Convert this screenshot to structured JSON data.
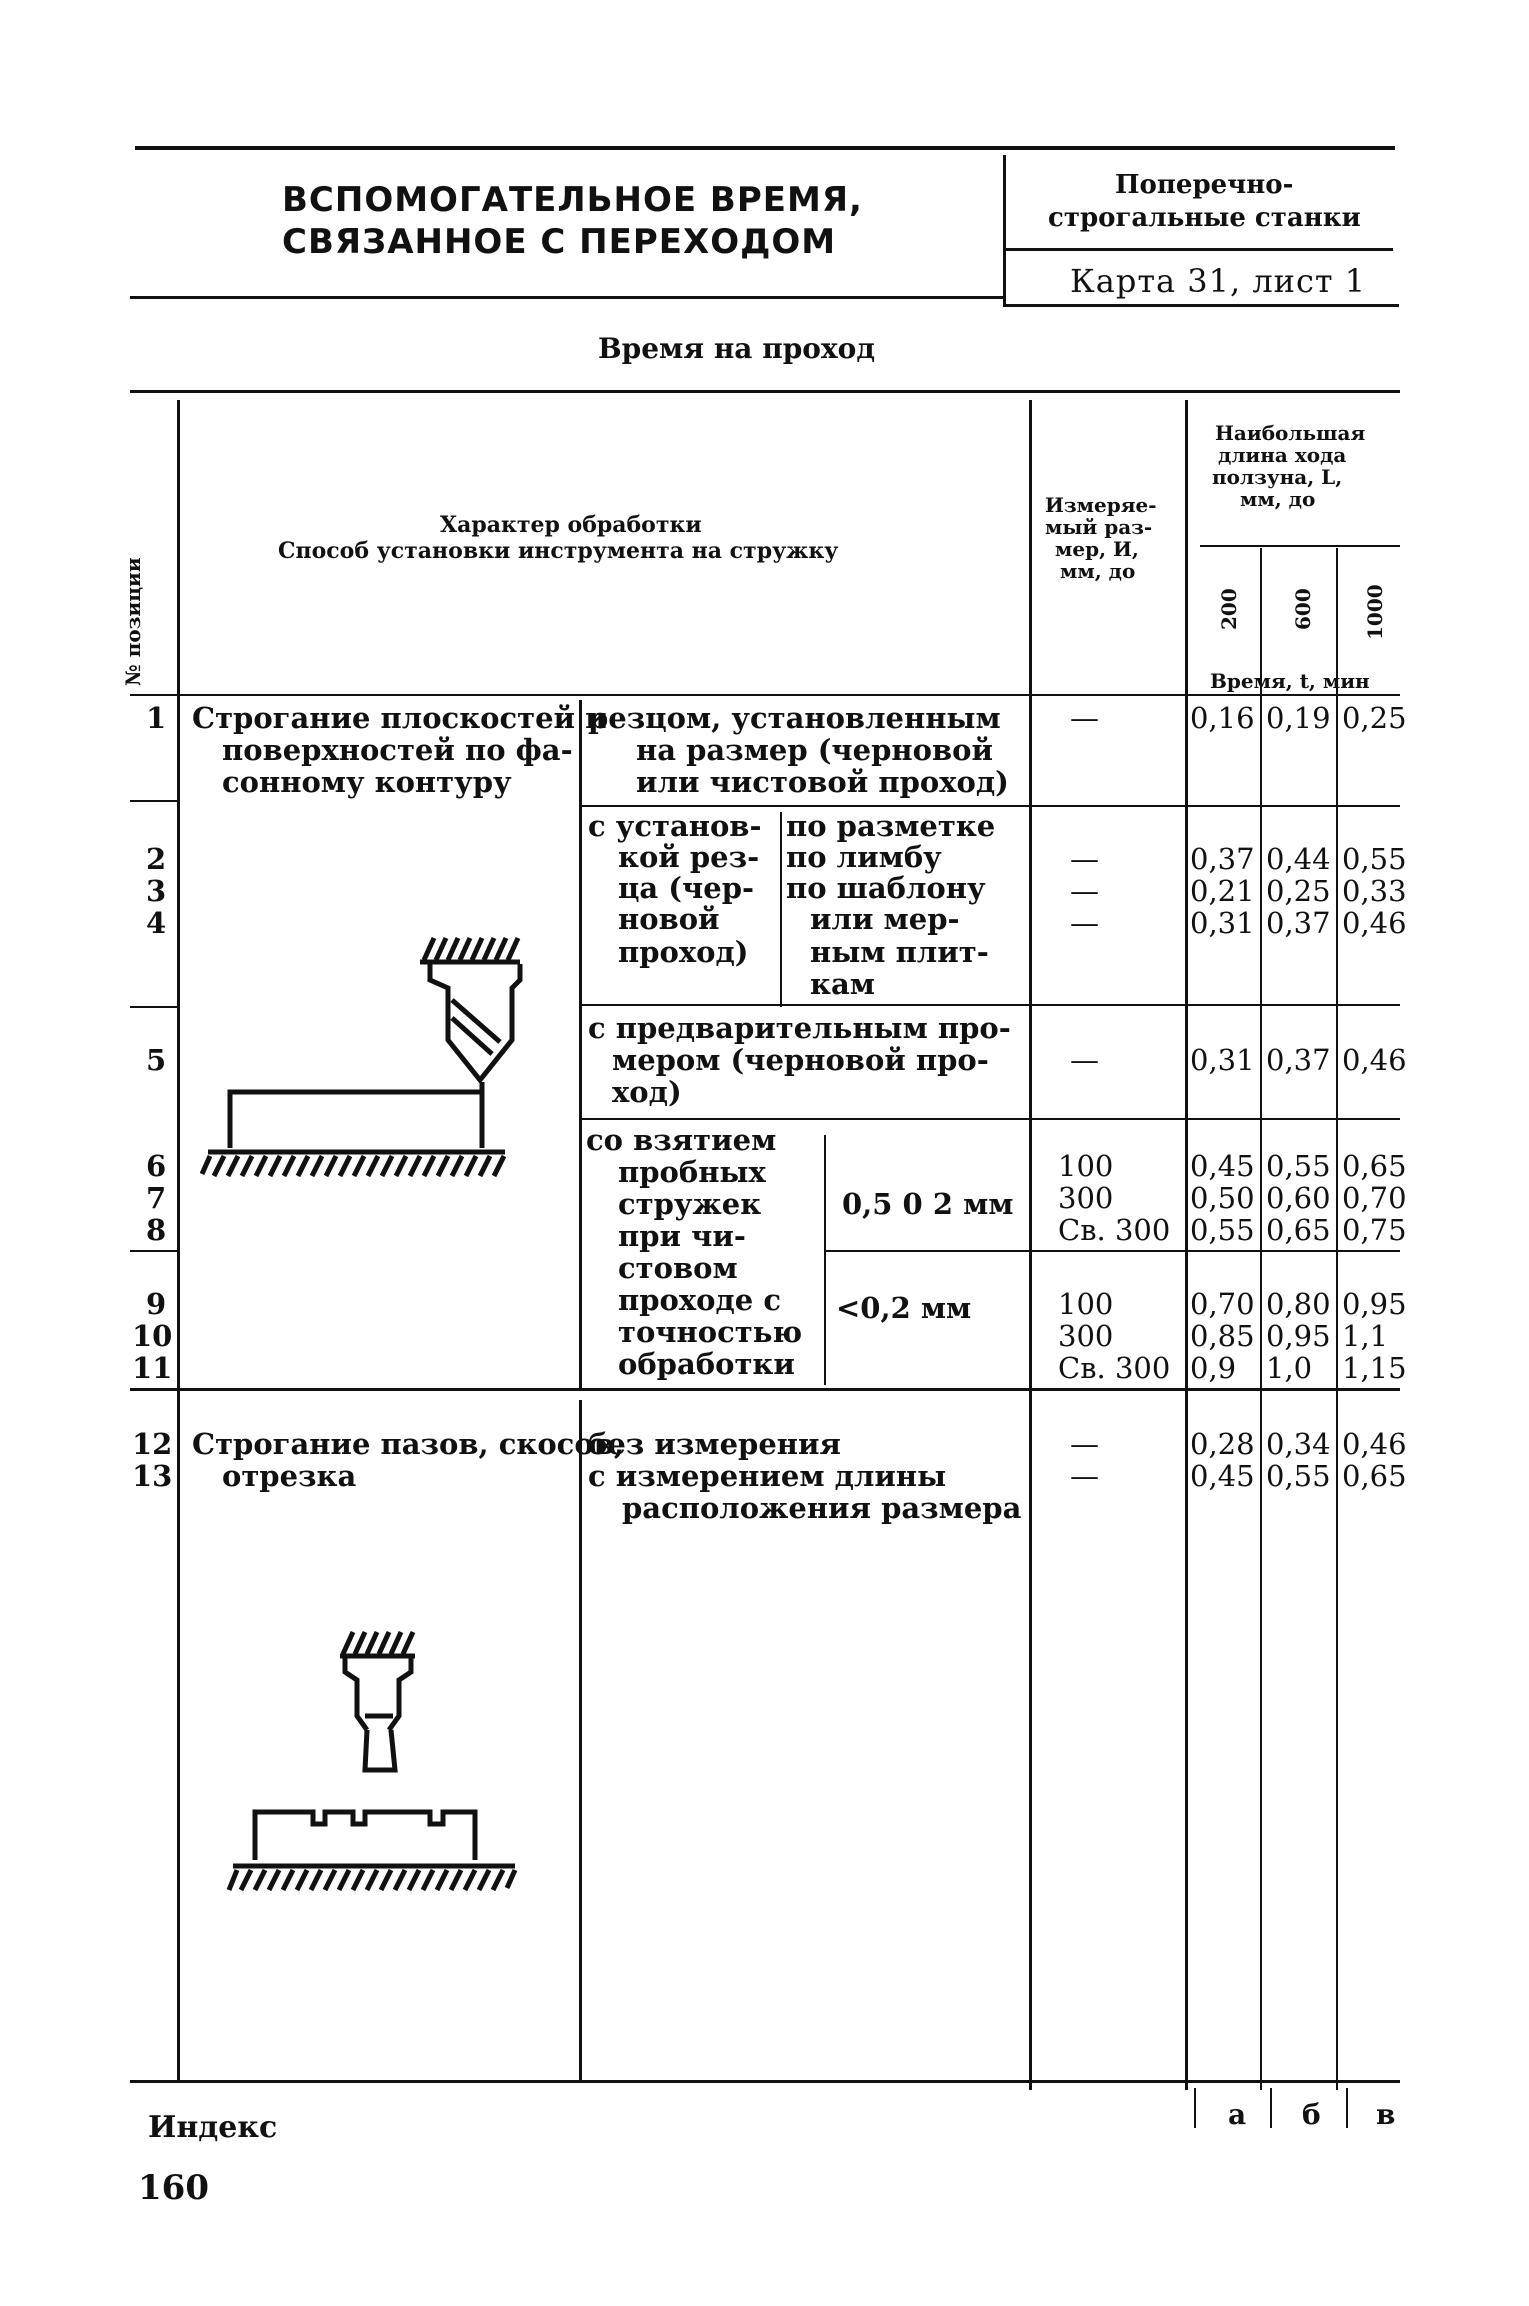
{
  "header": {
    "title_line1": "ВСПОМОГАТЕЛЬНОЕ ВРЕМЯ,",
    "title_line2": "СВЯЗАННОЕ С ПЕРЕХОДОМ",
    "machine_line1": "Поперечно-",
    "machine_line2": "строгальные станки",
    "card": "Карта 31, лист 1"
  },
  "section_title": "Время на проход",
  "columns": {
    "position": "№ позиции",
    "character_line1": "Характер обработки",
    "character_line2": "Способ установки инструмента на стружку",
    "measured_line1": "Измеряе-",
    "measured_line2": "мый раз-",
    "measured_line3": "мер, И,",
    "measured_line4": "мм, до",
    "stroke_line1": "Наибольшая",
    "stroke_line2": "длина хода",
    "stroke_line3": "ползуна, L,",
    "stroke_line4": "мм, до",
    "stroke_values": [
      "200",
      "600",
      "1000"
    ],
    "time_label": "Время, t, мин"
  },
  "groups": [
    {
      "text_lines": [
        "Строгание плоскостей и",
        "поверхностей по фа-",
        "сонному контуру"
      ]
    },
    {
      "text_lines": [
        "Строгание пазов, скосов,",
        "отрезка"
      ]
    }
  ],
  "methods": {
    "m1": [
      "резцом,    установленным",
      "на размер  (черновой",
      "или  чистовой  проход)"
    ],
    "m2a": [
      "с  установ-",
      "кой  рез-",
      "ца  (чер-",
      "новой",
      "проход)"
    ],
    "m2b": [
      "по разметке",
      "по лимбу",
      "по шаблону",
      "или  мер-",
      "ным  плит-",
      "кам"
    ],
    "m3": [
      "с  предварительным  про-",
      "мером  (черновой  про-",
      "ход)"
    ],
    "m4": [
      "со  взятием",
      "пробных",
      "стружек",
      "при  чи-",
      "стовом",
      "проходе с",
      "точностью",
      "обработки"
    ],
    "m4_tol1": "0,5  0 2  мм",
    "m4_tol2": "<0,2  мм",
    "m5": [
      "без  измерения",
      "с  измерением   длины",
      "расположения  размера"
    ]
  },
  "rows": [
    {
      "pos": "1",
      "size": "—",
      "a": "0,16",
      "b": "0,19",
      "c": "0,25"
    },
    {
      "pos": "2",
      "size": "—",
      "a": "0,37",
      "b": "0,44",
      "c": "0,55"
    },
    {
      "pos": "3",
      "size": "—",
      "a": "0,21",
      "b": "0,25",
      "c": "0,33"
    },
    {
      "pos": "4",
      "size": "—",
      "a": "0,31",
      "b": "0,37",
      "c": "0,46"
    },
    {
      "pos": "5",
      "size": "—",
      "a": "0,31",
      "b": "0,37",
      "c": "0,46"
    },
    {
      "pos": "6",
      "size": "100",
      "a": "0,45",
      "b": "0,55",
      "c": "0,65"
    },
    {
      "pos": "7",
      "size": "300",
      "a": "0,50",
      "b": "0,60",
      "c": "0,70"
    },
    {
      "pos": "8",
      "size": "Св. 300",
      "a": "0,55",
      "b": "0,65",
      "c": "0,75"
    },
    {
      "pos": "9",
      "size": "100",
      "a": "0,70",
      "b": "0,80",
      "c": "0,95"
    },
    {
      "pos": "10",
      "size": "300",
      "a": "0,85",
      "b": "0,95",
      "c": "1,1"
    },
    {
      "pos": "11",
      "size": "Св. 300",
      "a": "0,9",
      "b": "1,0",
      "c": "1,15"
    },
    {
      "pos": "12",
      "size": "—",
      "a": "0,28",
      "b": "0,34",
      "c": "0,46"
    },
    {
      "pos": "13",
      "size": "—",
      "a": "0,45",
      "b": "0,55",
      "c": "0,65"
    }
  ],
  "footer": {
    "index_label": "Индекс",
    "page_number": "160",
    "index_a": "а",
    "index_b": "б",
    "index_c": "в"
  }
}
